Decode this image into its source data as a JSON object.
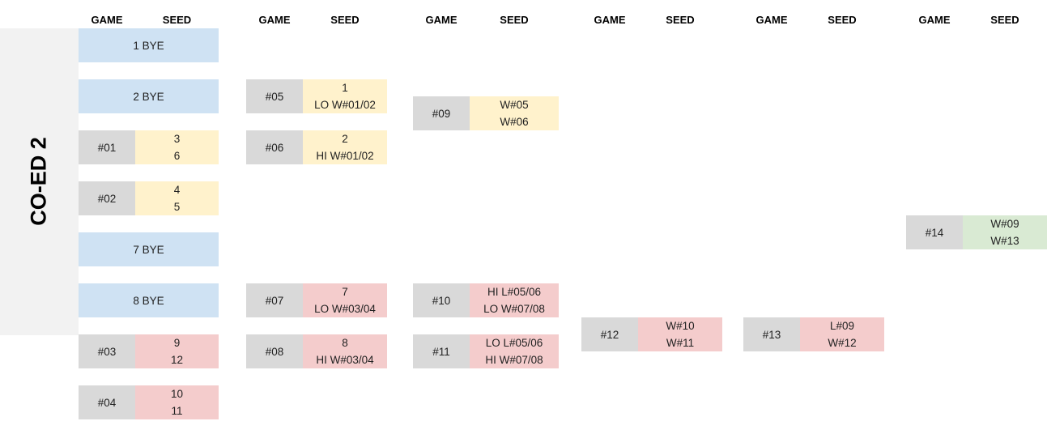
{
  "headers": {
    "game": "GAME",
    "seed": "SEED"
  },
  "division": {
    "title": "CO-ED 2"
  },
  "byes": [
    "1 BYE",
    "2 BYE",
    "7 BYE",
    "8 BYE"
  ],
  "round1": [
    {
      "game": "#01",
      "top": "3",
      "bottom": "6",
      "color": "#fff2cc"
    },
    {
      "game": "#02",
      "top": "4",
      "bottom": "5",
      "color": "#fff2cc"
    },
    {
      "game": "#03",
      "top": "9",
      "bottom": "12",
      "color": "#f4cccc"
    },
    {
      "game": "#04",
      "top": "10",
      "bottom": "11",
      "color": "#f4cccc"
    }
  ],
  "round2": [
    {
      "game": "#05",
      "top": "1",
      "bottom": "LO W#01/02",
      "color": "#fff2cc"
    },
    {
      "game": "#06",
      "top": "2",
      "bottom": "HI W#01/02",
      "color": "#fff2cc"
    },
    {
      "game": "#07",
      "top": "7",
      "bottom": "LO W#03/04",
      "color": "#f4cccc"
    },
    {
      "game": "#08",
      "top": "8",
      "bottom": "HI W#03/04",
      "color": "#f4cccc"
    }
  ],
  "round3": [
    {
      "game": "#09",
      "top": "W#05",
      "bottom": "W#06",
      "color": "#fff2cc"
    },
    {
      "game": "#10",
      "top": "HI L#05/06",
      "bottom": "LO W#07/08",
      "color": "#f4cccc"
    },
    {
      "game": "#11",
      "top": "LO L#05/06",
      "bottom": "HI W#07/08",
      "color": "#f4cccc"
    }
  ],
  "round4": [
    {
      "game": "#12",
      "top": "W#10",
      "bottom": "W#11",
      "color": "#f4cccc"
    }
  ],
  "round5": [
    {
      "game": "#13",
      "top": "L#09",
      "bottom": "W#12",
      "color": "#f4cccc"
    }
  ],
  "final": [
    {
      "game": "#14",
      "top": "W#09",
      "bottom": "W#13",
      "color": "#d9ead3"
    }
  ]
}
